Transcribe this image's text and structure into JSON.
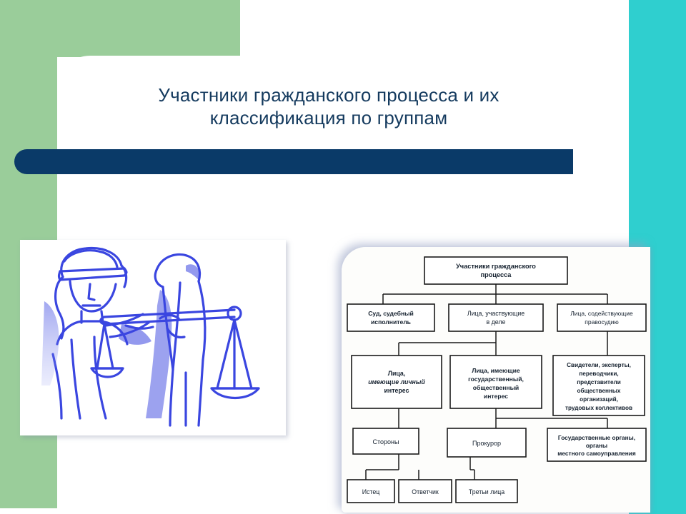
{
  "slide": {
    "title_line1": "Участники гражданского процесса и их",
    "title_line2": "классификация по группам",
    "colors": {
      "green_panel": "#9acd9a",
      "teal_strip": "#2fcfcf",
      "navy_bar": "#0a3a68",
      "title_text": "#143a5e",
      "illustration_ink": "#3a46e0",
      "diagram_background": "#fdfdfb",
      "diagram_stroke": "#1a1a1a"
    }
  },
  "illustration": {
    "name": "lady-justice-blindfolded-with-scales",
    "caption": ""
  },
  "diagram": {
    "type": "hierarchy",
    "root": "Участники гражданского процесса",
    "nodes": {
      "root": "Участники гражданского процесса",
      "l1_a": "Суд, судебный исполнитель",
      "l1_b": "Лица, участвующие в деле",
      "l1_c": "Лица, содействующие правосудию",
      "l2_a": "Лица, имеющие личный интерес",
      "l2_b": "Лица, имеющие государственный, общественный интерес",
      "l2_c": "Свидетели, эксперты, переводчики, представители общественных организаций, трудовых коллективов",
      "l3_a": "Стороны",
      "l3_b": "Прокурор",
      "l3_c": "Государственные органы, органы местного самоуправления",
      "l4_a": "Истец",
      "l4_b": "Ответчик",
      "l4_c": "Третьи лица"
    },
    "lines": {
      "root": [
        "Участники гражданского",
        "процесса"
      ],
      "l1_a": [
        "Суд, судебный",
        "исполнитель"
      ],
      "l1_b": [
        "Лица, участвующие",
        "в деле"
      ],
      "l1_c": [
        "Лица, содействующие",
        "правосудию"
      ],
      "l2_a": [
        "Лица,",
        "имеющие личный",
        "интерес"
      ],
      "l2_b": [
        "Лица, имеющие",
        "государственный,",
        "общественный",
        "интерес"
      ],
      "l2_c": [
        "Свидетели, эксперты,",
        "переводчики,",
        "представители",
        "общественных",
        "организаций,",
        "трудовых коллективов"
      ],
      "l3_a": [
        "Стороны"
      ],
      "l3_b": [
        "Прокурор"
      ],
      "l3_c": [
        "Государственные органы,",
        "органы",
        "местного самоуправления"
      ],
      "l4_a": [
        "Истец"
      ],
      "l4_b": [
        "Ответчик"
      ],
      "l4_c": [
        "Третьи лица"
      ]
    },
    "edges": [
      [
        "root",
        "l1_a"
      ],
      [
        "root",
        "l1_b"
      ],
      [
        "root",
        "l1_c"
      ],
      [
        "l1_b",
        "l2_a"
      ],
      [
        "l1_b",
        "l2_b"
      ],
      [
        "l1_c",
        "l2_c"
      ],
      [
        "l2_a",
        "l3_a"
      ],
      [
        "l2_b",
        "l3_b"
      ],
      [
        "l2_b",
        "l3_c"
      ],
      [
        "l3_a",
        "l4_a"
      ],
      [
        "l3_a",
        "l4_b"
      ],
      [
        "l3_a",
        "l4_c"
      ]
    ]
  }
}
